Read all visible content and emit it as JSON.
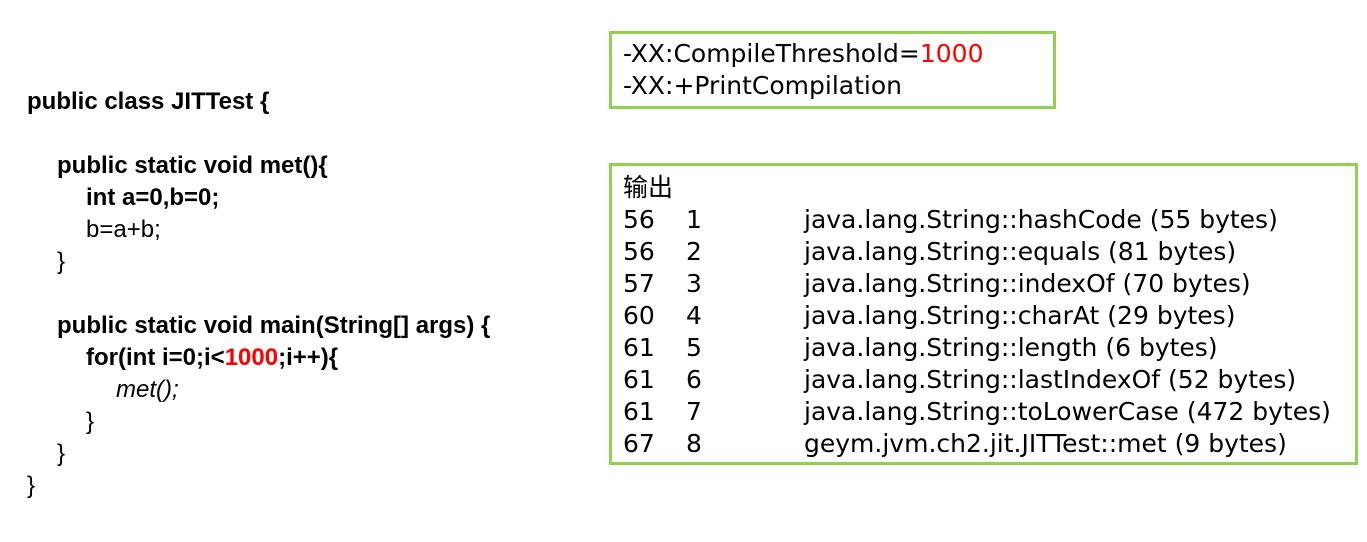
{
  "code": {
    "line1": "public class JITTest {",
    "line2": "public static void met(){",
    "line3": "int a=0,b=0;",
    "line4": "b=a+b;",
    "line5": "}",
    "line6": "public static void main(String[] args) {",
    "line7_pre": "for(int i=0;i<",
    "line7_num": "1000",
    "line7_post": ";i++){",
    "line8": "met();",
    "line9": "}",
    "line10": "}",
    "line11": "}"
  },
  "flags": {
    "threshold_prefix": "-XX:CompileThreshold=",
    "threshold_value": "1000",
    "print_flag": "-XX:+PrintCompilation"
  },
  "output": {
    "title": "输出",
    "rows": [
      {
        "time": "56",
        "id": "1",
        "method": "java.lang.String::hashCode (55 bytes)"
      },
      {
        "time": "56",
        "id": "2",
        "method": "java.lang.String::equals (81 bytes)"
      },
      {
        "time": "57",
        "id": "3",
        "method": "java.lang.String::indexOf (70 bytes)"
      },
      {
        "time": "60",
        "id": "4",
        "method": "java.lang.String::charAt (29 bytes)"
      },
      {
        "time": "61",
        "id": "5",
        "method": "java.lang.String::length (6 bytes)"
      },
      {
        "time": "61",
        "id": "6",
        "method": "java.lang.String::lastIndexOf (52 bytes)"
      },
      {
        "time": "61",
        "id": "7",
        "method": "java.lang.String::toLowerCase (472 bytes)"
      },
      {
        "time": "67",
        "id": "8",
        "method": "geym.jvm.ch2.jit.JITTest::met (9 bytes)"
      }
    ]
  },
  "colors": {
    "border_green": "#92d050",
    "highlight_red": "#ff0000"
  }
}
